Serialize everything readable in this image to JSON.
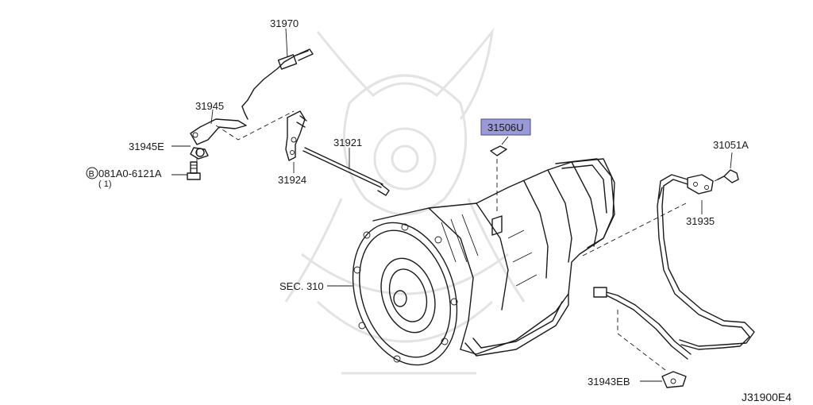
{
  "labels": {
    "p31970": "31970",
    "p31945": "31945",
    "p31945E": "31945E",
    "bolt_code": "081A0-6121A",
    "bolt_qty": "( 1)",
    "bolt_prefix": "B",
    "p31921": "31921",
    "p31924": "31924",
    "p31506U": "31506U",
    "p31051A": "31051A",
    "p31935": "31935",
    "sec310": "SEC. 310",
    "p31943EB": "31943EB",
    "diagram_code": "J31900E4"
  },
  "highlight_color": "#9a9ad8"
}
